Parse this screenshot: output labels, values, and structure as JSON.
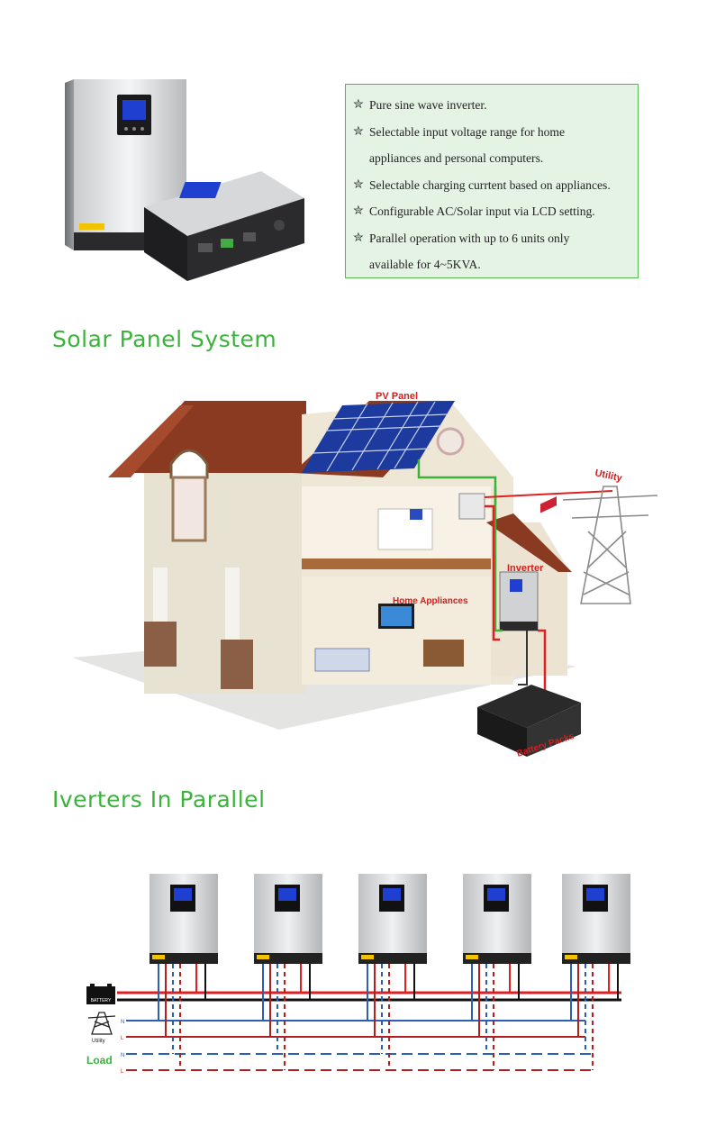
{
  "features": {
    "items": [
      {
        "text": "Pure sine wave inverter.",
        "star": true
      },
      {
        "text": "Selectable input voltage range for home",
        "star": true
      },
      {
        "text": "appliances and personal computers.",
        "star": false
      },
      {
        "text": "Selectable charging currtent based on appliances.",
        "star": true
      },
      {
        "text": "Configurable AC/Solar input via LCD setting.",
        "star": true
      },
      {
        "text": "Parallel operation with up to 6 units only",
        "star": true
      },
      {
        "text": "available for 4~5KVA.",
        "star": false
      }
    ],
    "star_glyph": "✮"
  },
  "headings": {
    "solar": "Solar Panel System",
    "parallel": "Iverters In Parallel"
  },
  "house": {
    "pv_panel": "PV  Panel",
    "utility": "Utility",
    "inverter": "Inverter",
    "home_appliances": "Home Appliances",
    "battery_packs": "Battery Packs"
  },
  "parallel": {
    "battery": "BATTERY",
    "utility": "Utility",
    "n": "N",
    "l": "L",
    "load": "Load"
  },
  "colors": {
    "green": "#3bb33b",
    "red": "#e02020",
    "blue": "#2a5fb5"
  }
}
